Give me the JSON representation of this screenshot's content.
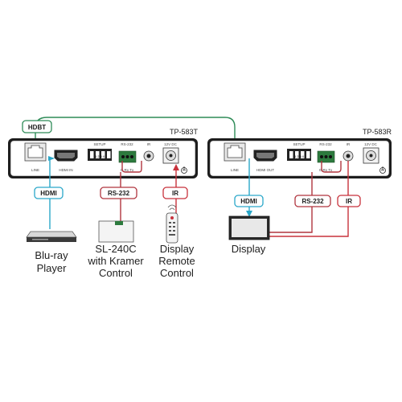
{
  "link": {
    "label": "HDBT",
    "color": "#2e8b57"
  },
  "transmitter": {
    "model": "TP-583T",
    "ports": {
      "line": "LINE",
      "hdmi": "HDMI IN",
      "setup": "SETUP",
      "setup_pins": "1 2 3 4",
      "rs232": "RS-232",
      "rs232_pins": "G Rx Tx",
      "ir": "IR",
      "power": "12V DC"
    }
  },
  "receiver": {
    "model": "TP-583R",
    "ports": {
      "line": "LINE",
      "hdmi": "HDMI OUT",
      "setup": "SETUP",
      "setup_pins": "1 2 3 4",
      "rs232": "RS-232",
      "rs232_pins": "G Rx Tx",
      "ir": "IR",
      "power": "12V DC"
    }
  },
  "tags": {
    "hdmi": "HDMI",
    "rs232": "RS-232",
    "ir": "IR"
  },
  "devices": {
    "bluray": [
      "Blu-ray",
      "Player"
    ],
    "controller": [
      "SL-240C",
      "with Kramer",
      "Control"
    ],
    "remote": [
      "Display",
      "Remote",
      "Control"
    ],
    "display": "Display"
  },
  "colors": {
    "hdmi": "#2aa7c9",
    "rs232": "#b0353f",
    "ir": "#c8323c",
    "box": "#1d1d1d",
    "hdbt": "#2e8b57"
  },
  "icons": [
    "rj45-port-icon",
    "hdmi-port-icon",
    "dip-switch-icon",
    "terminal-block-icon",
    "ir-jack-icon",
    "dc-jack-icon",
    "bluray-player-icon",
    "controller-icon",
    "remote-control-icon",
    "display-icon"
  ]
}
